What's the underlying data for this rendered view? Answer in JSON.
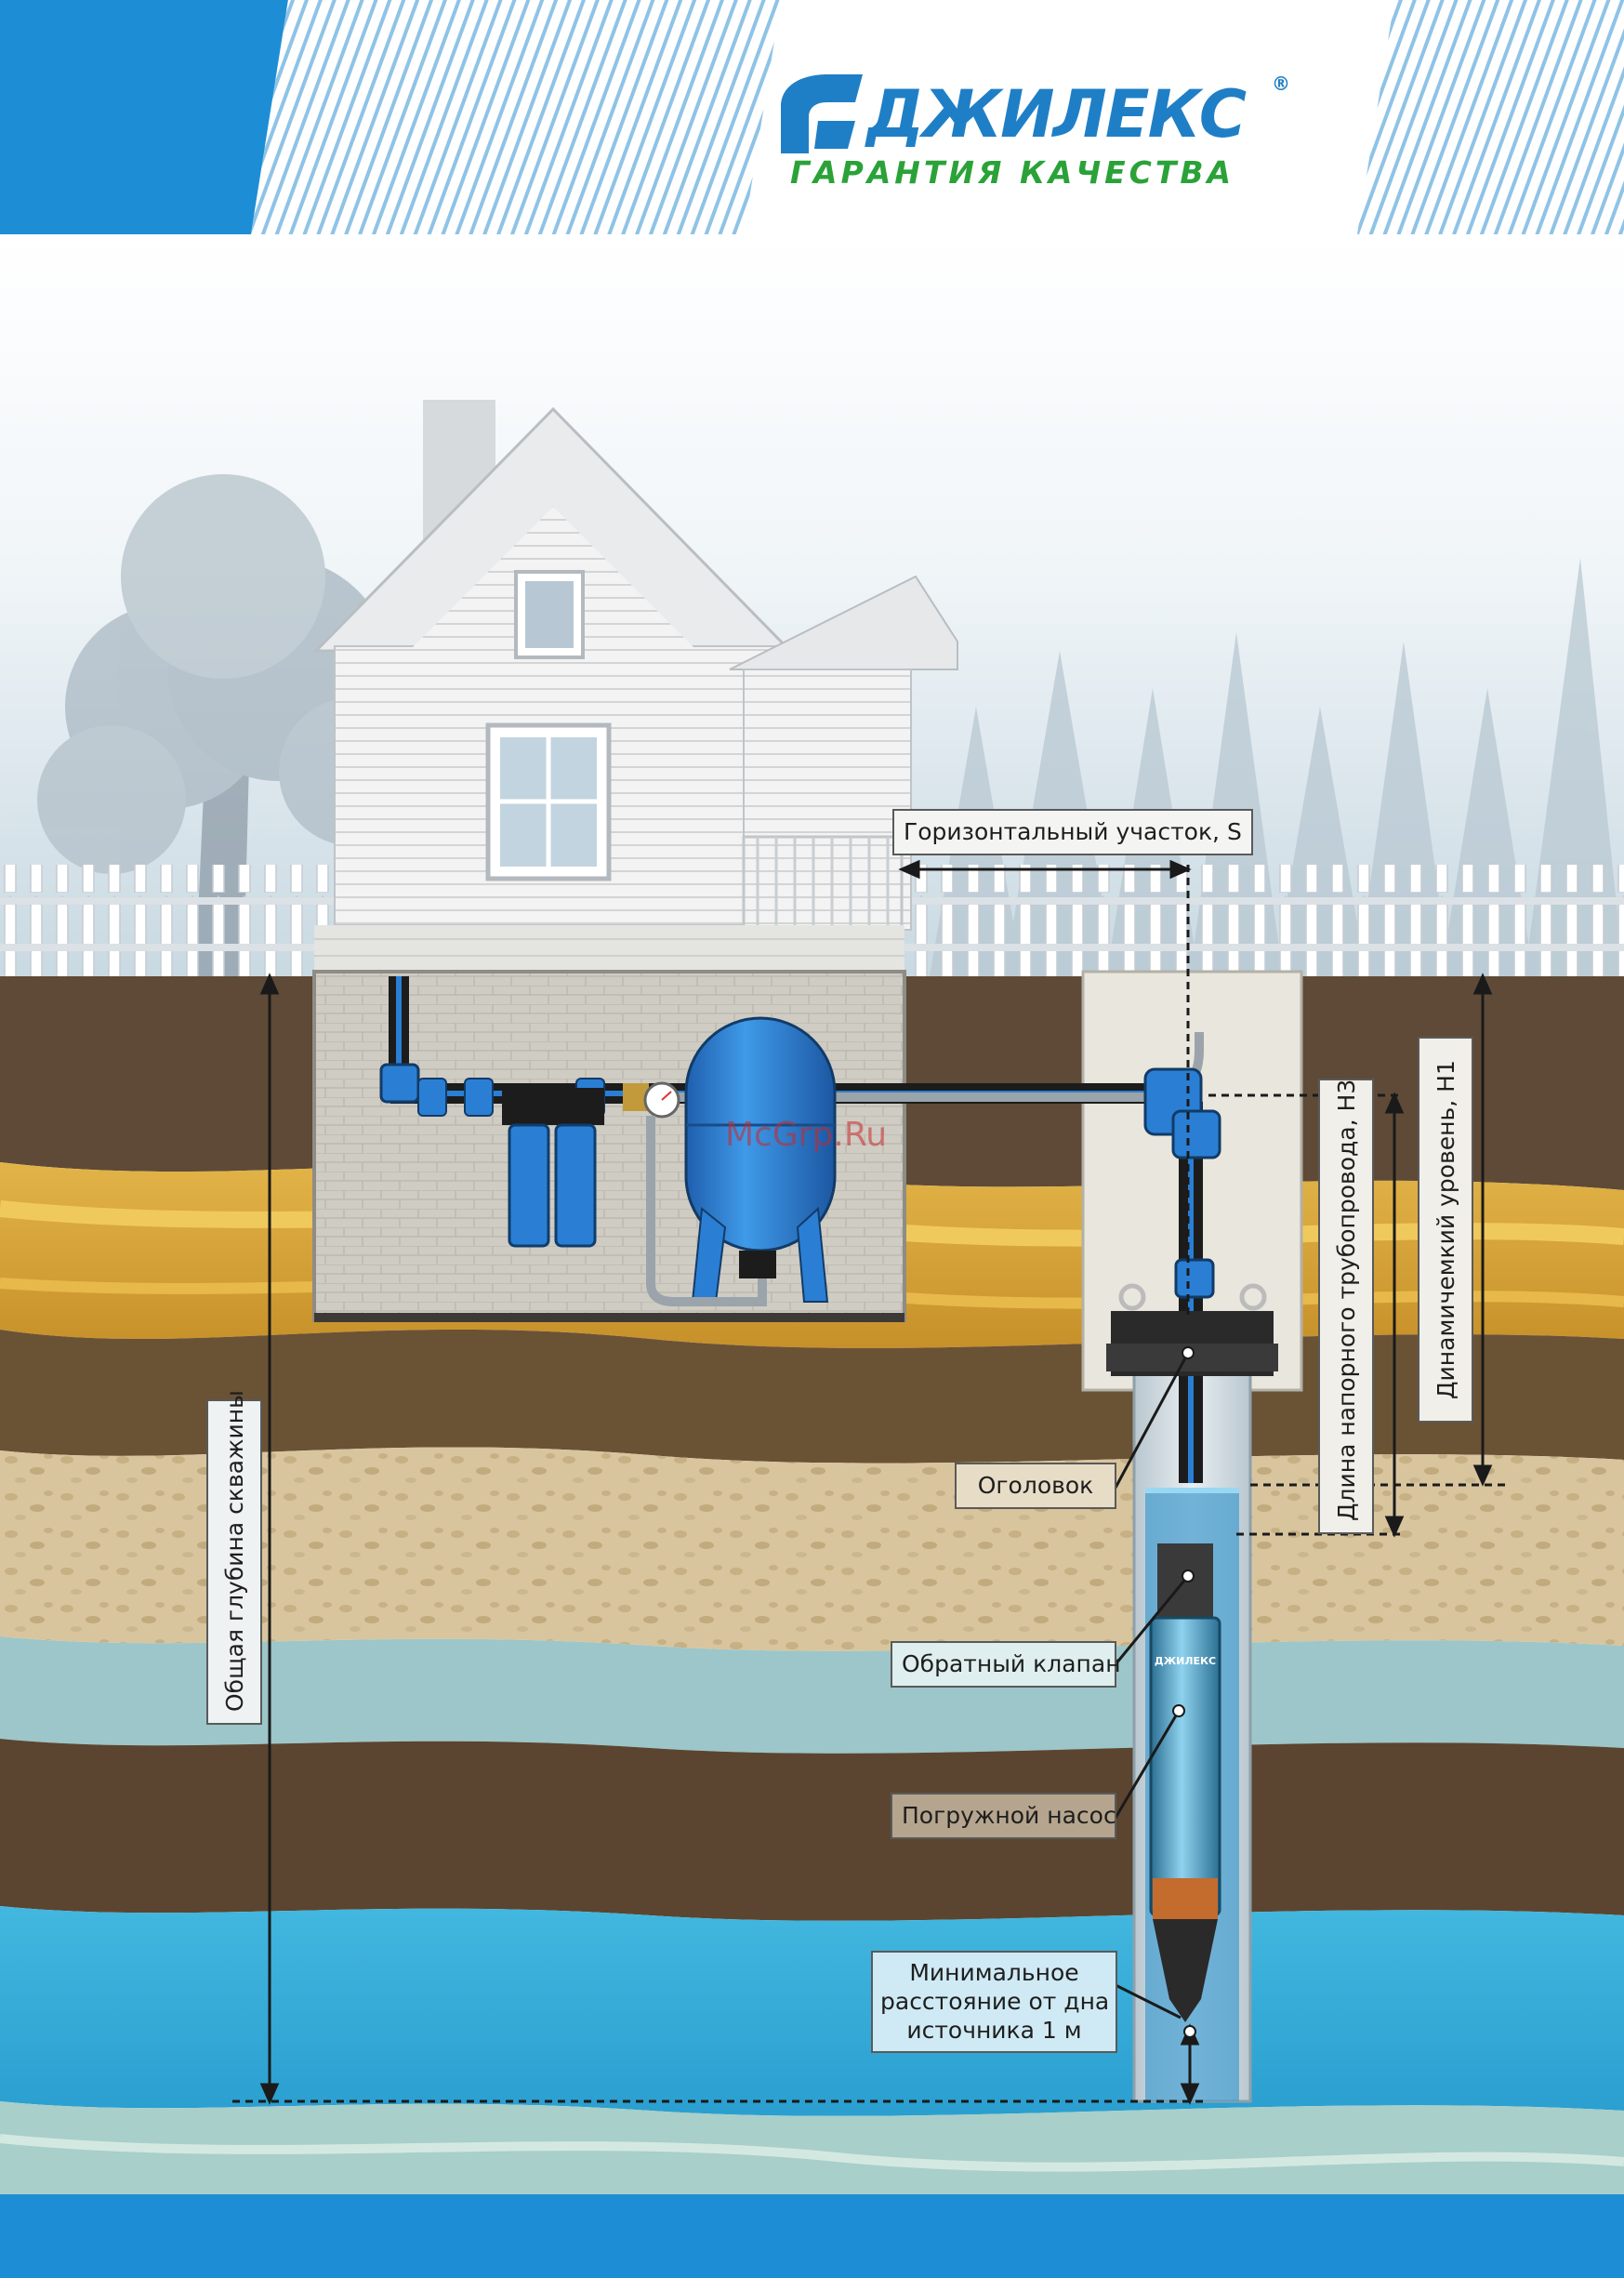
{
  "brand": {
    "name": "ДЖИЛЕКС",
    "registered_mark": "®",
    "slogan": "ГАРАНТИЯ КАЧЕСТВА",
    "pump_brand": "ДЖИЛЕКС"
  },
  "watermark": "McGrp.Ru",
  "labels": {
    "horizontal_section": "Горизонтальный участок, S",
    "pipeline_length": "Длина напорного трубопровода, Н3",
    "dynamic_level": "Динамичемкий уровень, Н1",
    "total_depth": "Общая глубина скважины",
    "wellhead": "Оголовок",
    "check_valve": "Обратный клапан",
    "submersible_pump": "Погружной насос",
    "min_distance": [
      "Минимальное",
      "расстояние от дна",
      "источника 1 м"
    ]
  },
  "colors": {
    "brand_blue": "#1f7fc6",
    "water_blue": "#3ab0dc",
    "pipe_black": "#1c1c1c",
    "tank_blue": "#2a7fd4",
    "bottom_bar": "#1d8ed6"
  }
}
